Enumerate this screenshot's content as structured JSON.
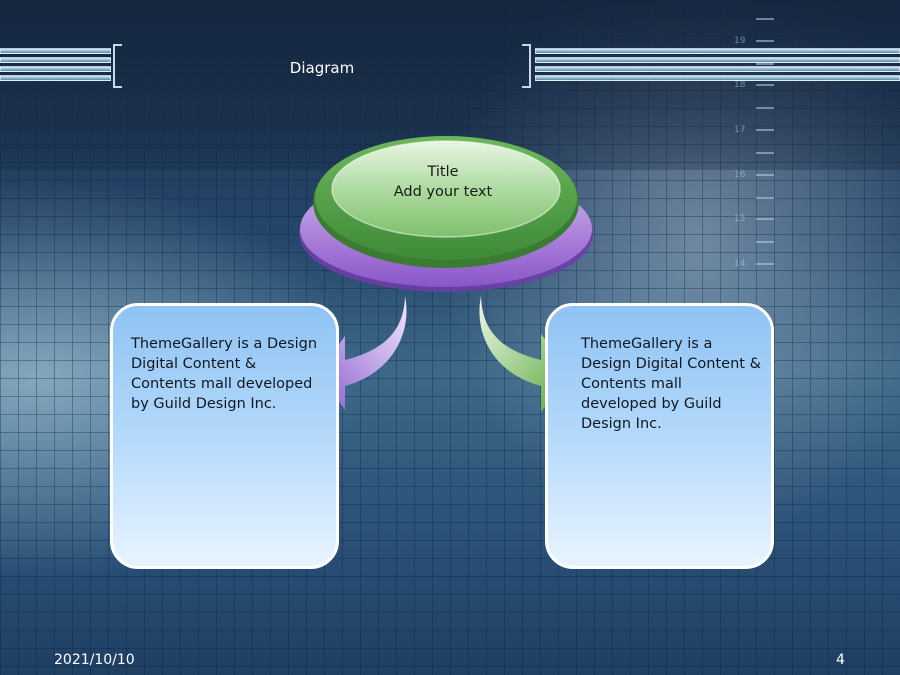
{
  "slide": {
    "heading": "Diagram",
    "date": "2021/10/10",
    "page_number": "4"
  },
  "ruler": {
    "labels": [
      "19",
      "18",
      "17",
      "16",
      "15",
      "14"
    ]
  },
  "diagram": {
    "title": "Title",
    "subtitle": "Add your text",
    "boxes": [
      {
        "text": "ThemeGallery is a Design Digital Content & Contents mall developed by Guild Design Inc."
      },
      {
        "text": "ThemeGallery is a Design Digital Content & Contents mall developed by Guild Design Inc."
      }
    ]
  },
  "colors": {
    "ellipse_green": "#5ea84e",
    "ellipse_purple": "#a579d8",
    "arrow_left": "#9a6fd6",
    "arrow_right": "#6fb84f",
    "box_top": "#8fc3f4",
    "box_bottom": "#e8f4ff"
  }
}
